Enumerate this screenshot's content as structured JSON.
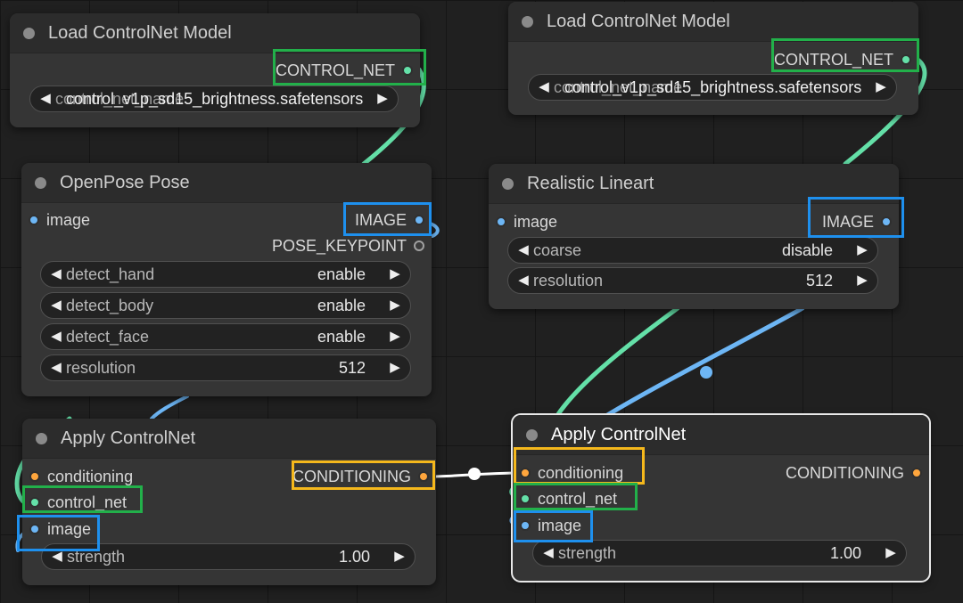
{
  "colors": {
    "canvas": "#202020",
    "node_body": "#353535",
    "node_title": "#2c2c2c",
    "control_net_slot": "#64e0a8",
    "image_slot": "#6db6f5",
    "conditioning_slot": "#ffa63d",
    "highlight_green": "#22b04a",
    "highlight_blue": "#1e90ee",
    "highlight_yellow": "#f5b81c"
  },
  "loader_left": {
    "title": "Load ControlNet Model",
    "output": "CONTROL_NET",
    "widget_label": "control_net_name",
    "widget_value": "control_v1p_sd15_brightness.safetensors"
  },
  "loader_right": {
    "title": "Load ControlNet Model",
    "output": "CONTROL_NET",
    "widget_label": "control_net_name",
    "widget_value": "control_v1p_sd15_brightness.safetensors"
  },
  "openpose": {
    "title": "OpenPose Pose",
    "input": "image",
    "outputs": [
      "IMAGE",
      "POSE_KEYPOINT"
    ],
    "widgets": [
      {
        "label": "detect_hand",
        "value": "enable"
      },
      {
        "label": "detect_body",
        "value": "enable"
      },
      {
        "label": "detect_face",
        "value": "enable"
      },
      {
        "label": "resolution",
        "value": "512"
      }
    ]
  },
  "lineart": {
    "title": "Realistic Lineart",
    "input": "image",
    "output": "IMAGE",
    "widgets": [
      {
        "label": "coarse",
        "value": "disable"
      },
      {
        "label": "resolution",
        "value": "512"
      }
    ]
  },
  "apply_left": {
    "title": "Apply ControlNet",
    "inputs": [
      "conditioning",
      "control_net",
      "image"
    ],
    "output": "CONDITIONING",
    "widget_label": "strength",
    "widget_value": "1.00"
  },
  "apply_right": {
    "title": "Apply ControlNet",
    "inputs": [
      "conditioning",
      "control_net",
      "image"
    ],
    "output": "CONDITIONING",
    "widget_label": "strength",
    "widget_value": "1.00"
  },
  "icons": {
    "arrow_left": "◀",
    "arrow_right": "▶"
  }
}
